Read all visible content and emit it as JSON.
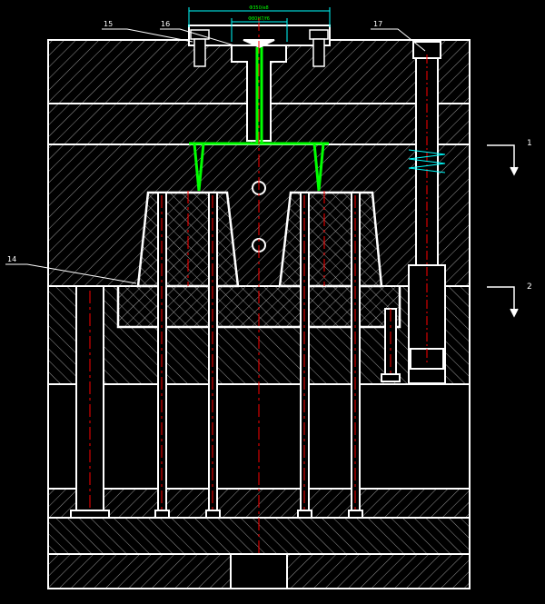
{
  "colors": {
    "background": "#000000",
    "outline": "#ffffff",
    "centerline": "#ff0000",
    "runner": "#00ff00",
    "hatch": "#cfcfcf",
    "dimension": "#00ffff"
  },
  "callouts": {
    "c14": "14",
    "c15": "15",
    "c16": "16",
    "c17": "17"
  },
  "sections": {
    "s1": "1",
    "s2": "2"
  },
  "dimensions": {
    "top": "Φ350/e8",
    "sprue": "Φ80H7/f6"
  }
}
